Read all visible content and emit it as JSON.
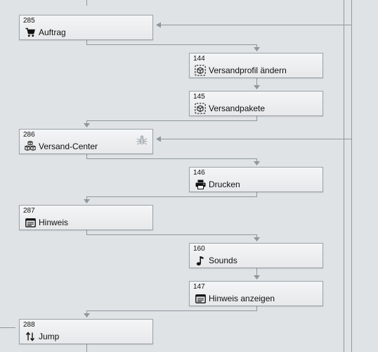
{
  "nodes": [
    {
      "id": "285",
      "label": "Auftrag",
      "icon": "cart-icon"
    },
    {
      "id": "144",
      "label": "Versandprofil ändern",
      "icon": "package-profile-icon"
    },
    {
      "id": "145",
      "label": "Versandpakete",
      "icon": "package-profile-icon"
    },
    {
      "id": "286",
      "label": "Versand-Center",
      "icon": "boxes-icon",
      "badge_icon": "bug-icon"
    },
    {
      "id": "146",
      "label": "Drucken",
      "icon": "printer-icon"
    },
    {
      "id": "287",
      "label": "Hinweis",
      "icon": "note-icon"
    },
    {
      "id": "160",
      "label": "Sounds",
      "icon": "music-note-icon"
    },
    {
      "id": "147",
      "label": "Hinweis anzeigen",
      "icon": "note-icon"
    },
    {
      "id": "288",
      "label": "Jump",
      "icon": "jump-arrows-icon"
    }
  ],
  "colors": {
    "background": "#dfe3e6",
    "node_fill": "#eceef0",
    "node_border": "#9aa1a7",
    "wire": "#8f979e"
  }
}
